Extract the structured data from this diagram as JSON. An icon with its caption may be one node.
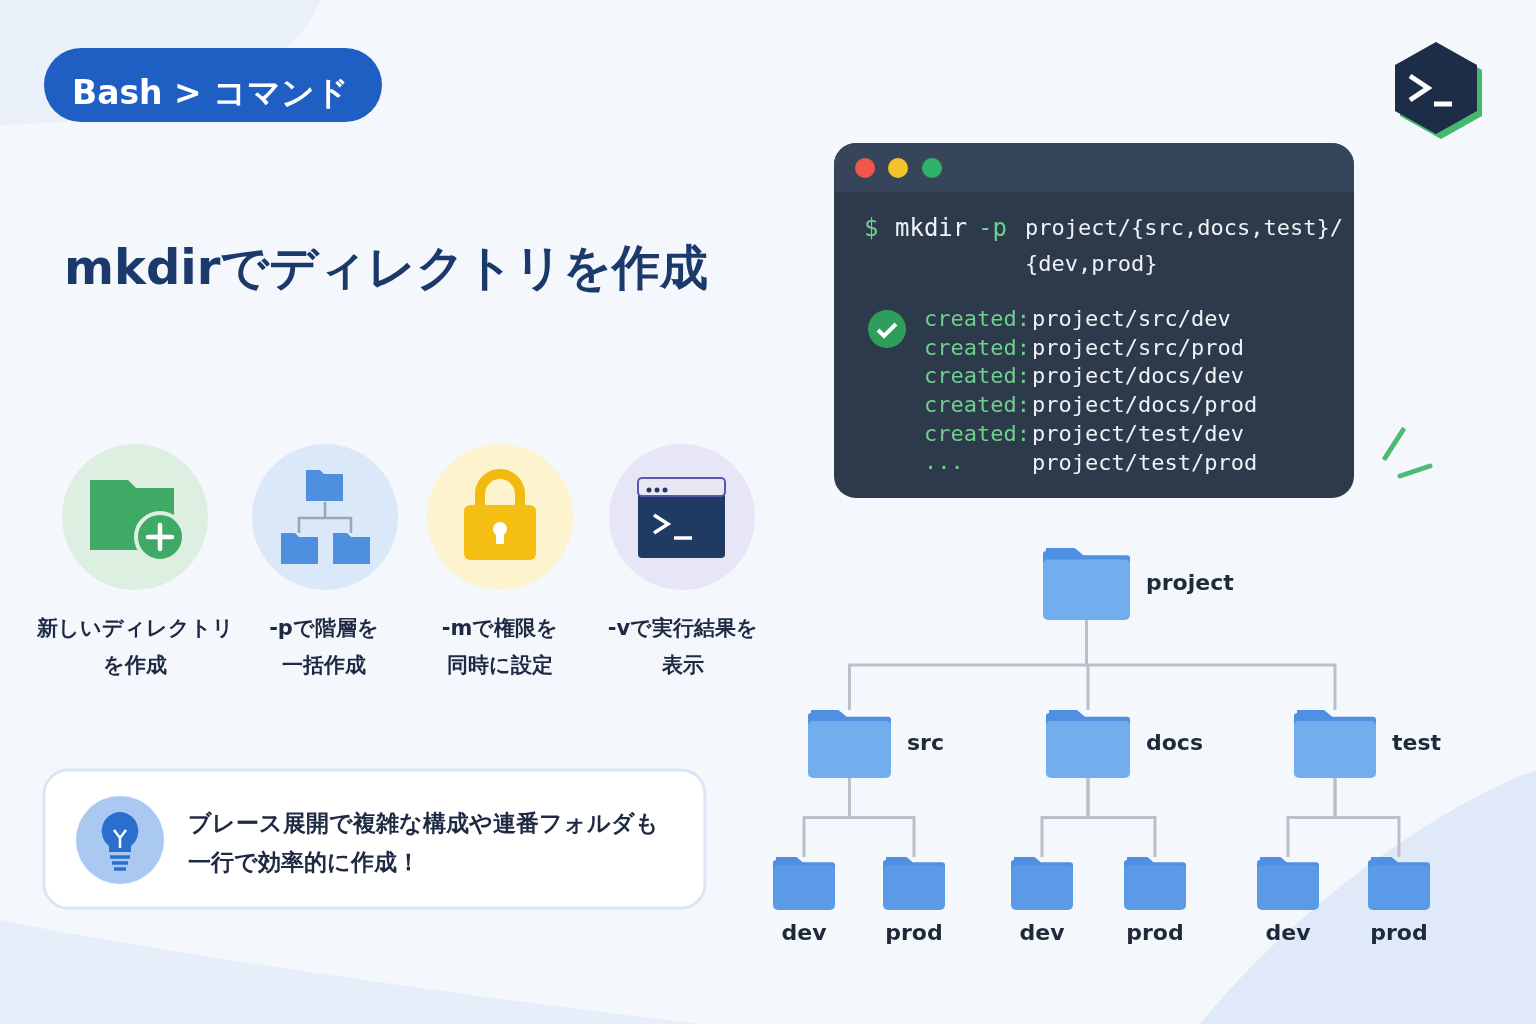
{
  "diagram": {
    "title": "mkdirでディレクトリを作成",
    "nodes": [
      {
        "text": [
          "project"
        ]
      },
      {
        "text": [
          "src"
        ]
      },
      {
        "text": [
          "docs"
        ]
      },
      {
        "text": [
          "test"
        ]
      },
      {
        "text": [
          "dev"
        ]
      },
      {
        "text": [
          "prod"
        ]
      },
      {
        "text": [
          "dev"
        ]
      },
      {
        "text": [
          "prod"
        ]
      },
      {
        "text": [
          "dev"
        ]
      },
      {
        "text": [
          "prod"
        ]
      }
    ],
    "edges": [
      {
        "from": 0,
        "to": 1,
        "arrow": "none"
      },
      {
        "from": 0,
        "to": 2,
        "arrow": "none"
      },
      {
        "from": 0,
        "to": 3,
        "arrow": "none"
      },
      {
        "from": 1,
        "to": 4,
        "arrow": "none"
      },
      {
        "from": 1,
        "to": 5,
        "arrow": "none"
      },
      {
        "from": 2,
        "to": 6,
        "arrow": "none"
      },
      {
        "from": 2,
        "to": 7,
        "arrow": "none"
      },
      {
        "from": 3,
        "to": 8,
        "arrow": "none"
      },
      {
        "from": 3,
        "to": 9,
        "arrow": "none"
      }
    ],
    "labels": [
      "Bash > コマンド",
      "新しいディレクトリを作成",
      "-pで階層を一括作成",
      "-mで権限を同時に設定",
      "-vで実行結果を表示",
      "ブレース展開で複雑な構成や連番フォルダも一行で効率的に作成！",
      "$",
      "mkdir",
      "-p",
      "project/{src,docs,test}/",
      "{dev,prod}",
      "created:",
      "created:",
      "created:",
      "created:",
      "created:",
      "project/src/dev",
      "project/src/prod",
      "project/docs/dev",
      "project/docs/prod",
      "project/test/dev",
      "project/test/prod",
      "..."
    ]
  }
}
